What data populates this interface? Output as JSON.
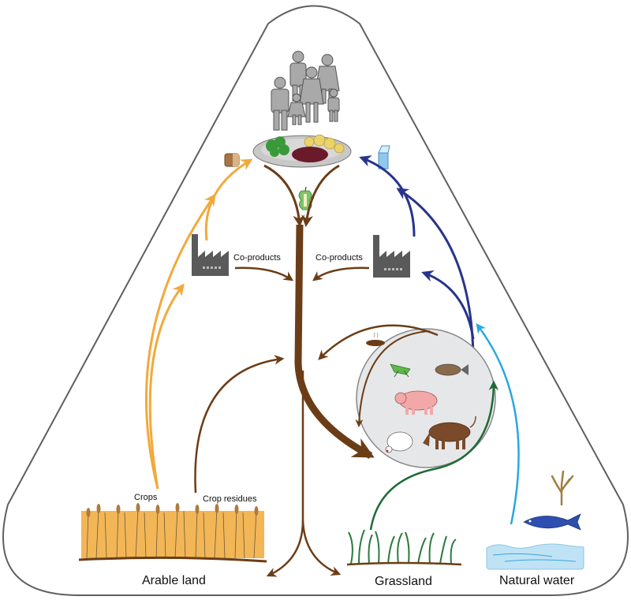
{
  "diagram": {
    "title": "Food system circularity diagram",
    "nodes": {
      "humans": {
        "name": "Humans",
        "icon": "family-icon"
      },
      "plate": {
        "name": "Food plate",
        "icon": "plate-icon"
      },
      "bread": {
        "name": "Bread",
        "icon": "bread-icon"
      },
      "milk": {
        "name": "Milk",
        "icon": "milk-carton-icon"
      },
      "food_waste": {
        "name": "Food waste",
        "icon": "apple-core-icon"
      },
      "factory_left": {
        "name": "Processing industry (crops)",
        "icon": "factory-icon"
      },
      "factory_right": {
        "name": "Processing industry (animal)",
        "icon": "factory-icon"
      },
      "manure": {
        "name": "Manure",
        "icon": "manure-icon"
      },
      "animals": {
        "name": "Animals",
        "icons": [
          "grasshopper-icon",
          "fish-icon",
          "pig-icon",
          "chicken-icon",
          "cow-icon"
        ]
      },
      "seaweed": {
        "name": "Seaweed",
        "icon": "seaweed-icon"
      },
      "tuna": {
        "name": "Fish",
        "icon": "tuna-icon"
      }
    },
    "labels": {
      "coproducts_left": "Co-products",
      "coproducts_right": "Co-products",
      "crops": "Crops",
      "crop_residues": "Crop residues",
      "arable_land": "Arable land",
      "grassland": "Grassland",
      "natural_water": "Natural water"
    },
    "colors": {
      "outline": "#5f5f5f",
      "crops_flow": "#f2a93b",
      "residue_flow": "#6b3d17",
      "animal_food_flow": "#27348b",
      "grass_flow": "#1e6b35",
      "water_flow": "#2aa7df",
      "factory": "#5a5a5a",
      "animal_circle": "#e6e7e9",
      "grass": "#2a7a3c",
      "water": "#bfe3f5",
      "wheat": "#f0a93a"
    }
  }
}
